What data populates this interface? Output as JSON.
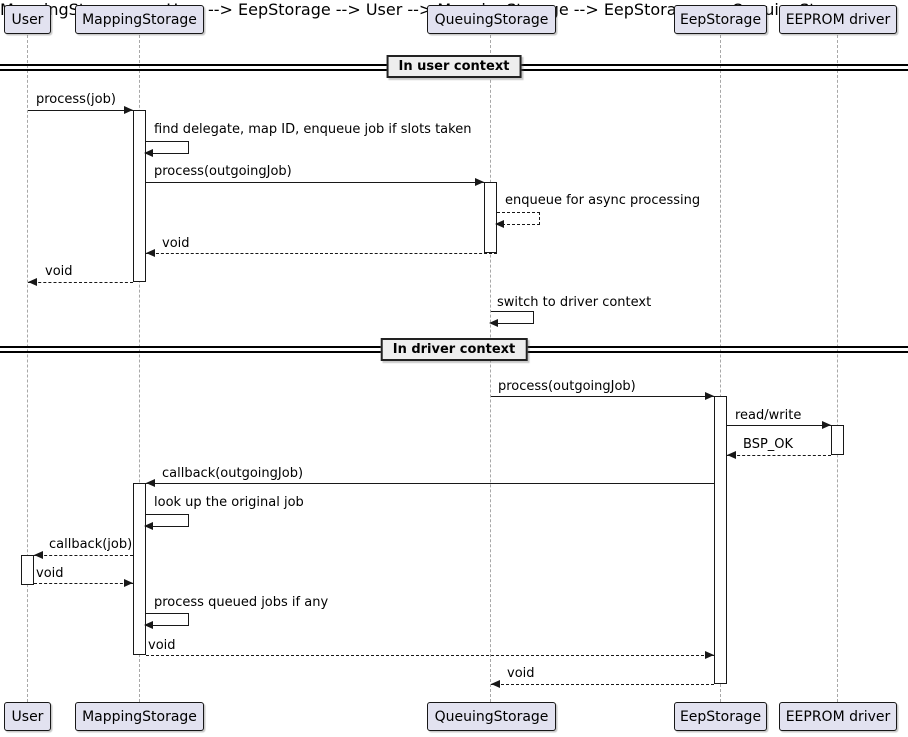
{
  "participants": [
    {
      "name": "User"
    },
    {
      "name": "MappingStorage"
    },
    {
      "name": "QueuingStorage"
    },
    {
      "name": "EepStorage"
    },
    {
      "name": "EEPROM driver"
    }
  ],
  "dividers": [
    {
      "label": "In user context"
    },
    {
      "label": "In driver context"
    }
  ],
  "messages": [
    {
      "label": "process(job)",
      "from": "User",
      "to": "MappingStorage",
      "style": "solid"
    },
    {
      "label": "find delegate, map ID, enqueue job if slots taken",
      "from": "MappingStorage",
      "to": "MappingStorage",
      "style": "solid-self"
    },
    {
      "label": "process(outgoingJob)",
      "from": "MappingStorage",
      "to": "QueuingStorage",
      "style": "solid"
    },
    {
      "label": "enqueue for async processing",
      "from": "QueuingStorage",
      "to": "QueuingStorage",
      "style": "dashed-self"
    },
    {
      "label": "void",
      "from": "QueuingStorage",
      "to": "MappingStorage",
      "style": "dashed-return"
    },
    {
      "label": "void",
      "from": "MappingStorage",
      "to": "User",
      "style": "dashed-return"
    },
    {
      "label": "switch to driver context",
      "from": "QueuingStorage",
      "to": "QueuingStorage",
      "style": "solid-self"
    },
    {
      "label": "process(outgoingJob)",
      "from": "QueuingStorage",
      "to": "EepStorage",
      "style": "solid"
    },
    {
      "label": "read/write",
      "from": "EepStorage",
      "to": "EEPROM driver",
      "style": "solid"
    },
    {
      "label": "BSP_OK",
      "from": "EEPROM driver",
      "to": "EepStorage",
      "style": "dashed-return"
    },
    {
      "label": "callback(outgoingJob)",
      "from": "EepStorage",
      "to": "MappingStorage",
      "style": "solid"
    },
    {
      "label": "look up the original job",
      "from": "MappingStorage",
      "to": "MappingStorage",
      "style": "solid-self"
    },
    {
      "label": "callback(job)",
      "from": "MappingStorage",
      "to": "User",
      "style": "dashed-return"
    },
    {
      "label": "void",
      "from": "User",
      "to": "MappingStorage",
      "style": "dashed-return"
    },
    {
      "label": "process queued jobs if any",
      "from": "MappingStorage",
      "to": "MappingStorage",
      "style": "solid-self"
    },
    {
      "label": "void",
      "from": "MappingStorage",
      "to": "EepStorage",
      "style": "dashed-return"
    },
    {
      "label": "void",
      "from": "EepStorage",
      "to": "QueuingStorage",
      "style": "dashed-return"
    }
  ],
  "colors": {
    "participant_fill": "#e2e2f0",
    "participant_border": "#181818",
    "lifeline": "#a8a8a8",
    "divider_fill": "#eeeeee",
    "message_line": "#181818"
  }
}
